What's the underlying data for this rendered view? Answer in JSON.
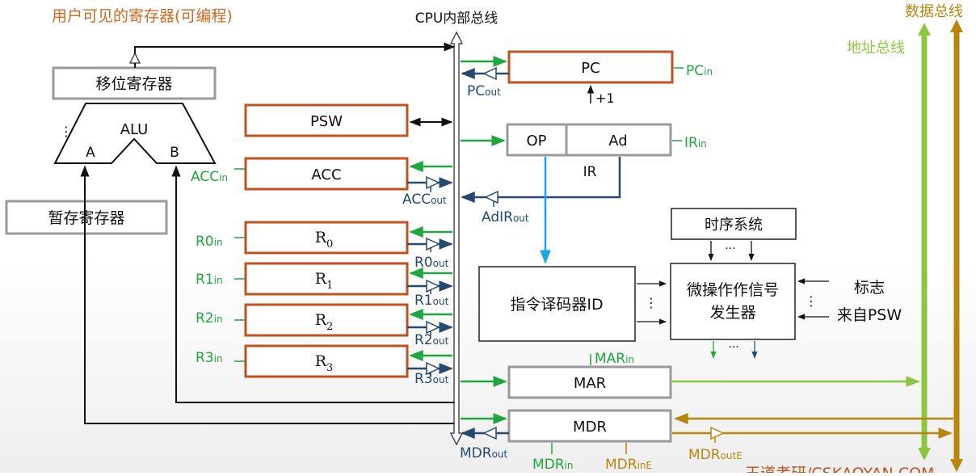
{
  "labels": {
    "visible_regs_title": "用户可见的寄存器(可编程)",
    "cpu_bus": "CPU内部总线",
    "data_bus": "数据总线",
    "addr_bus": "地址总线",
    "shift_reg": "移位寄存器",
    "alu": "ALU",
    "alu_a": "A",
    "alu_b": "B",
    "alu_dots": "⋮",
    "temp_reg": "暂存寄存器",
    "psw": "PSW",
    "acc": "ACC",
    "r0": "R",
    "r0_sub": "0",
    "r1": "R",
    "r1_sub": "1",
    "r2": "R",
    "r2_sub": "2",
    "r3": "R",
    "r3_sub": "3",
    "pc": "PC",
    "pc_plus": "+1",
    "op": "OP",
    "ad": "Ad",
    "ir": "IR",
    "timing": "时序系统",
    "timing_dots": "···",
    "decoder": "指令译码器ID",
    "decoder_dots": "⋮",
    "micro_line1": "微操作作信号",
    "micro_line2": "发生器",
    "micro_dots_right": "⋮",
    "micro_out_dots": "···",
    "flags_line1": "标志",
    "flags_line2": "来自PSW",
    "mar": "MAR",
    "mdr": "MDR",
    "watermark": "王道考研/CSKAOYAN.COM"
  },
  "signals": {
    "acc_in": "ACC",
    "acc_in_sub": "in",
    "acc_out": "ACC",
    "acc_out_sub": "out",
    "r0_in": "R0",
    "r0_in_sub": "in",
    "r1_in": "R1",
    "r1_in_sub": "in",
    "r2_in": "R2",
    "r2_in_sub": "in",
    "r3_in": "R3",
    "r3_in_sub": "in",
    "r0_out": "R0",
    "r0_out_sub": "out",
    "r1_out": "R1",
    "r1_out_sub": "out",
    "r2_out": "R2",
    "r2_out_sub": "out",
    "r3_out": "R3",
    "r3_out_sub": "out",
    "pc_in": "PC",
    "pc_in_sub": "in",
    "pc_out": "PC",
    "pc_out_sub": "out",
    "ir_in": "IR",
    "ir_in_sub": "in",
    "adir_out": "AdIR",
    "adir_out_sub": "out",
    "mar_in": "MAR",
    "mar_in_sub": "in",
    "mdr_out": "MDR",
    "mdr_out_sub": "out",
    "mdr_in": "MDR",
    "mdr_in_sub": "in",
    "mdr_in_e": "MDR",
    "mdr_in_e_sub": "inE",
    "mdr_out_e": "MDR",
    "mdr_out_e_sub": "outE"
  },
  "colors": {
    "title": "#d2691e",
    "reg_border": "#c0521f",
    "gray_border": "#9a9a9a",
    "green": "#1fa640",
    "navy": "#264a6e",
    "cyan": "#1aa7e0",
    "bus_green": "#8cc63f",
    "bus_gold": "#b8860b",
    "dark": "#111111"
  }
}
